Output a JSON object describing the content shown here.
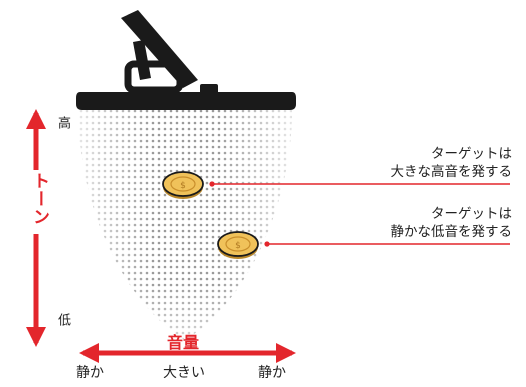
{
  "colors": {
    "accent": "#e3262c",
    "coin": "#e8b34a",
    "coil": "#1a1a1a",
    "dots": "#9a9a9a"
  },
  "tone_axis": {
    "title": "トーン",
    "high": "高",
    "low": "低"
  },
  "volume_axis": {
    "title": "音量",
    "left": "静か",
    "center": "大きい",
    "right": "静か"
  },
  "callouts": [
    {
      "line1": "ターゲットは",
      "line2": "大きな高音を発する"
    },
    {
      "line1": "ターゲットは",
      "line2": "静かな低音を発する"
    }
  ],
  "icons": [
    "metal-detector-coil",
    "coin-icon",
    "coin-icon"
  ]
}
